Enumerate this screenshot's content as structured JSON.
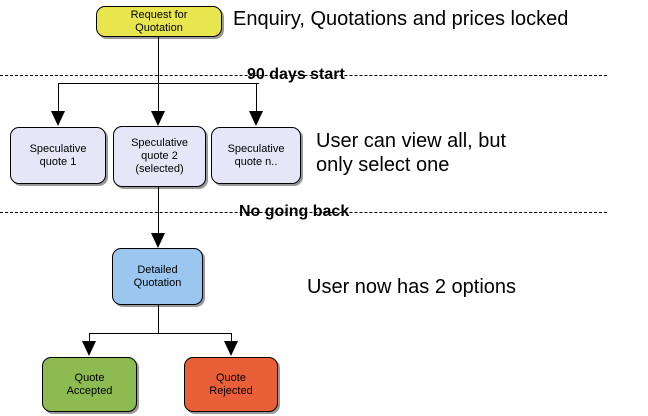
{
  "diagram": {
    "nodes": {
      "request": {
        "label": "Request for\nQuotation",
        "color": "#E7E64E"
      },
      "spec1": {
        "label": "Speculative\nquote 1",
        "color": "#E6E6F8"
      },
      "spec2": {
        "label": "Speculative\nquote 2\n(selected)",
        "color": "#E6E6F8"
      },
      "specn": {
        "label": "Speculative\nquote n..",
        "color": "#E6E6F8"
      },
      "detailed": {
        "label": "Detailed\nQuotation",
        "color": "#9AC6F0"
      },
      "accepted": {
        "label": "Quote\nAccepted",
        "color": "#8DBA51"
      },
      "rejected": {
        "label": "Quote\nRejected",
        "color": "#E95F38"
      }
    },
    "annotations": {
      "top": "Enquiry, Quotations and prices locked",
      "middle": "User can view all, but\nonly select one",
      "bottom": "User now has 2 options"
    },
    "milestones": {
      "first": "90 days start",
      "second": "No going back"
    },
    "line_color": "#000000"
  }
}
